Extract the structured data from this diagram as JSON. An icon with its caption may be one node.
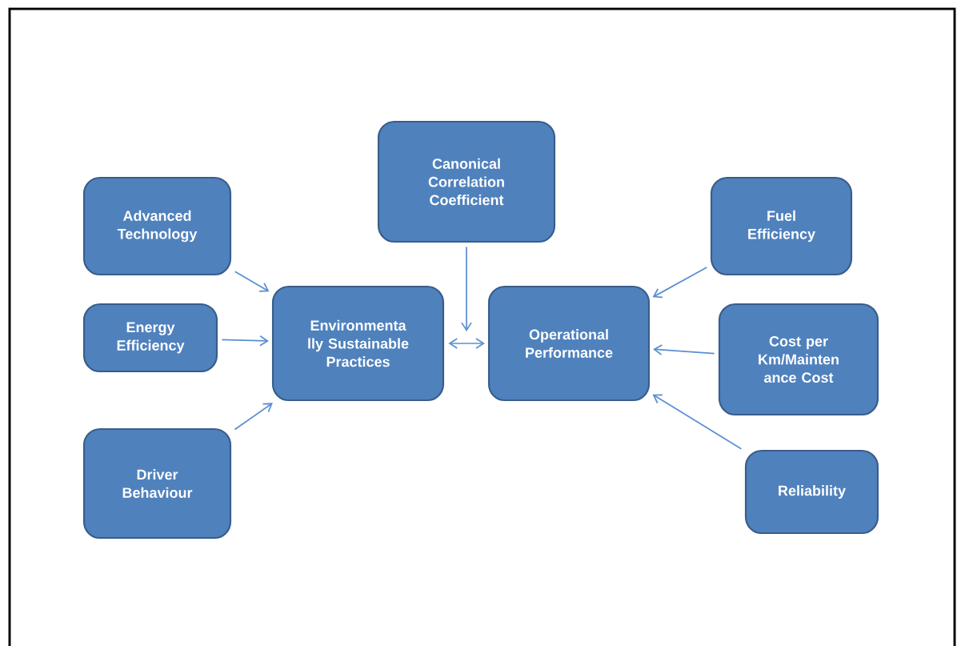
{
  "diagram": {
    "nodes": [
      {
        "text": [
          "Canonical Correlation Coefficient"
        ]
      },
      {
        "text": [
          "Advanced Technology"
        ]
      },
      {
        "text": [
          "Fuel Efficiency"
        ]
      },
      {
        "text": [
          "Energy Efficiency"
        ]
      },
      {
        "text": [
          "Environmenta lly Sustainable Practices"
        ]
      },
      {
        "text": [
          "Operational Performance"
        ]
      },
      {
        "text": [
          "Cost per Km/Mainten ance Cost"
        ]
      },
      {
        "text": [
          "Driver Behaviour"
        ]
      },
      {
        "text": [
          "Reliability"
        ]
      }
    ],
    "edges": [
      {
        "from": 1,
        "to": 4,
        "arrow": "to"
      },
      {
        "from": 3,
        "to": 4,
        "arrow": "to"
      },
      {
        "from": 7,
        "to": 4,
        "arrow": "to"
      },
      {
        "from": 2,
        "to": 5,
        "arrow": "to"
      },
      {
        "from": 6,
        "to": 5,
        "arrow": "to"
      },
      {
        "from": 8,
        "to": 5,
        "arrow": "to"
      },
      {
        "from": 4,
        "to": 5,
        "arrow": "both"
      },
      {
        "from": 0,
        "to": null,
        "arrow": "to"
      }
    ]
  }
}
